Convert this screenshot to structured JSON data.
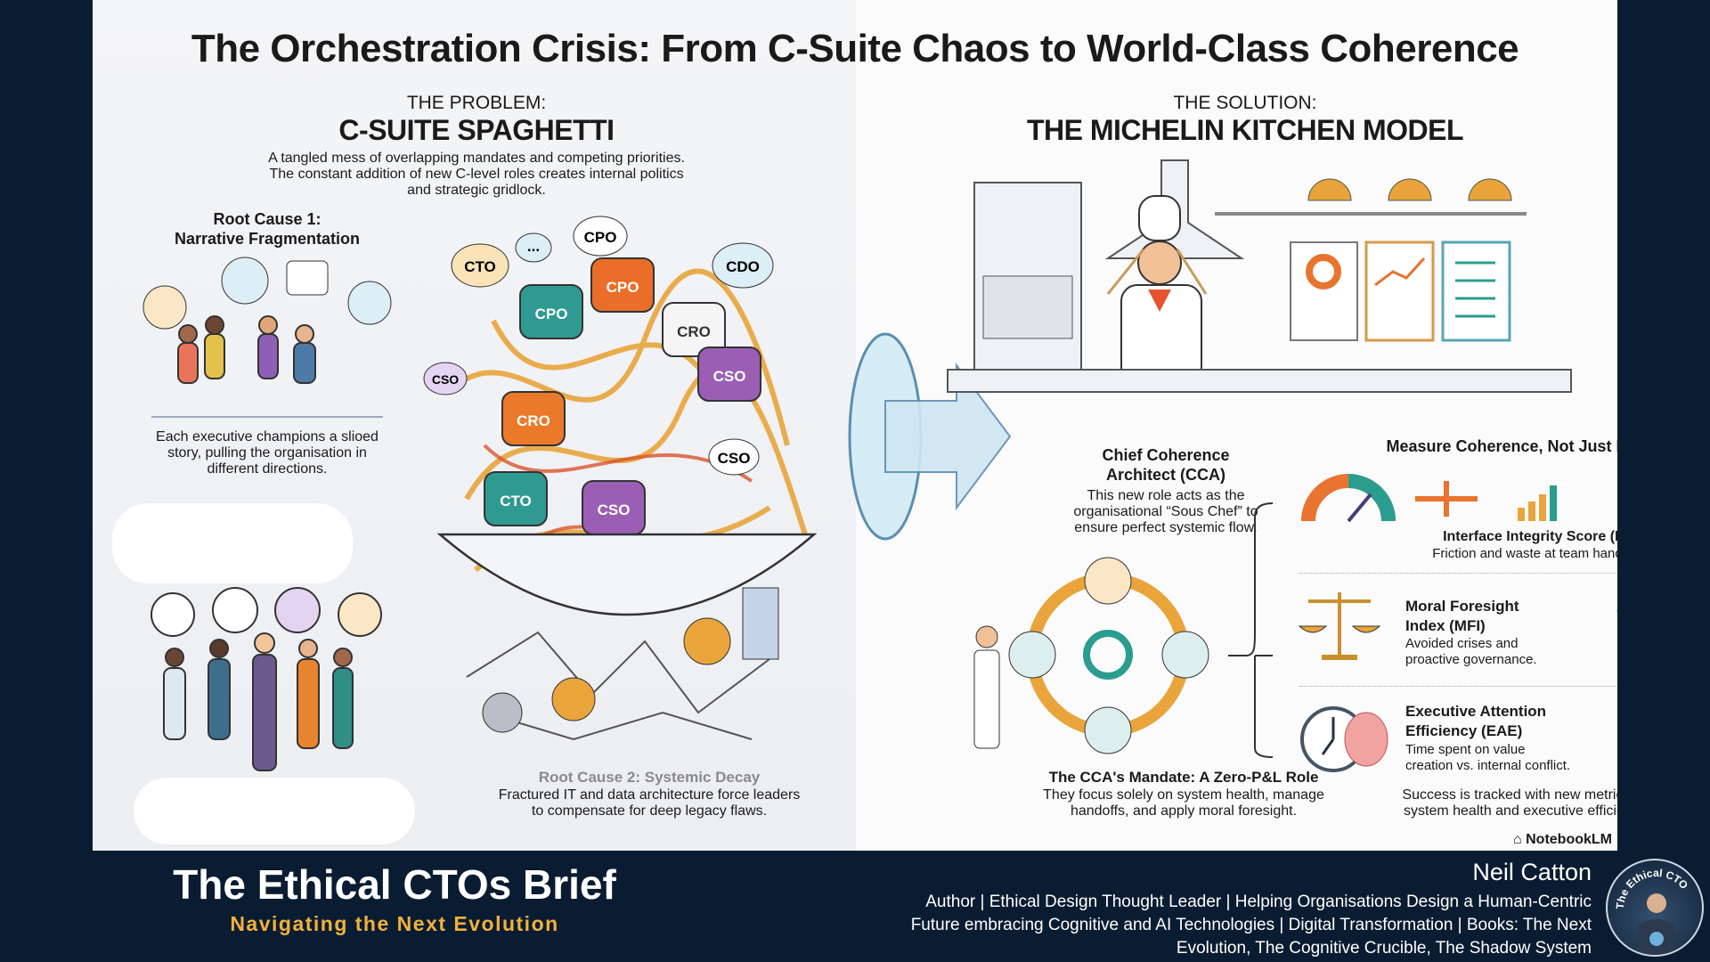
{
  "title": "The Orchestration Crisis: From C-Suite Chaos to World-Class Coherence",
  "problem": {
    "kicker": "THE PROBLEM:",
    "heading": "C-SUITE SPAGHETTI",
    "description": [
      "A tangled mess of overlapping mandates and competing priorities.",
      "The constant addition of new C-level roles creates internal politics",
      "and strategic gridlock."
    ],
    "root_cause_1": {
      "title": [
        "Root Cause 1:",
        "Narrative Fragmentation"
      ],
      "text": [
        "Each executive champions a slioed",
        "story, pulling the organisation in",
        "different directions."
      ]
    },
    "root_cause_2": {
      "title": "Root Cause 2: Systemic Decay",
      "text": [
        "Fractured IT and data architecture force leaders",
        "to compensate for deep legacy flaws."
      ]
    },
    "bubbles": [
      "CTO",
      "CPO",
      "CDO",
      "CSO",
      "CSO",
      "..."
    ],
    "shirts": [
      "CPO",
      "CPO",
      "CRO",
      "CSO",
      "CRO",
      "CTO",
      "CSO"
    ]
  },
  "solution": {
    "kicker": "THE SOLUTION:",
    "heading": "THE MICHELIN KITCHEN MODEL",
    "cca": {
      "title": [
        "Chief Coherence",
        "Architect (CCA)"
      ],
      "text": [
        "This new role acts as the",
        "organisational “Sous Chef” to",
        "ensure perfect systemic flow."
      ]
    },
    "mandate": {
      "title": "The CCA's Mandate: A Zero-P&L Role",
      "text": [
        "They focus solely on system health, manage",
        "handoffs, and apply moral foresight."
      ]
    },
    "metrics_heading": "Measure Coherence, Not Just Profit",
    "metrics": [
      {
        "name": "Interface Integrity Score (IIS)",
        "desc": "Friction and waste at team handoffs.",
        "icon": "gauge-icon"
      },
      {
        "name": [
          "Moral Foresight",
          "Index (MFI)"
        ],
        "desc": [
          "Avoided crises and",
          "proactive governance."
        ],
        "icon": "scales-icon"
      },
      {
        "name": [
          "Executive Attention",
          "Efficiency (EAE)"
        ],
        "desc": [
          "Time spent on value",
          "creation vs. internal conflict."
        ],
        "icon": "clock-brain-icon"
      }
    ],
    "success": [
      "Success is tracked with new metrics for",
      "system health and executive efficiency."
    ]
  },
  "watermark": "NotebookLM",
  "footer": {
    "title": "The Ethical CTOs Brief",
    "subtitle": "Navigating the Next Evolution",
    "author": "Neil Catton",
    "bio": [
      "Author | Ethical Design Thought Leader | Helping Organisations Design a Human-Centric",
      "Future embracing Cognitive and AI Technologies | Digital Transformation | Books: The Next",
      "Evolution, The Cognitive Crucible, The Shadow System"
    ],
    "badge_text": "The Ethical CTO"
  },
  "colors": {
    "background": "#0a1c31",
    "accent": "#f2b13d",
    "orange": "#e8742f",
    "teal": "#2a9d8f"
  }
}
